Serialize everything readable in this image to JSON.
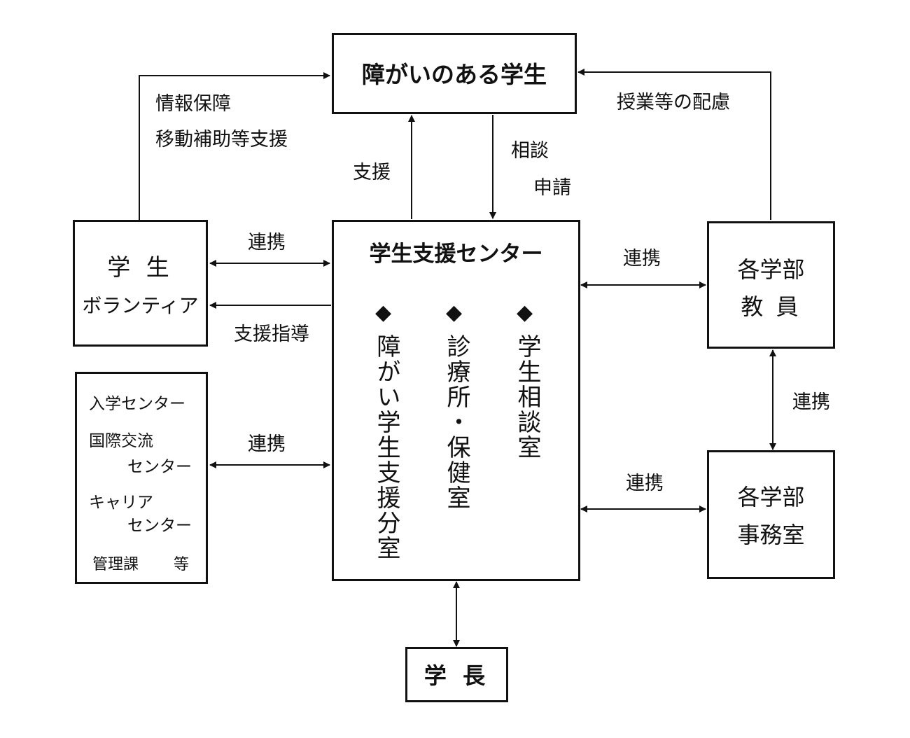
{
  "nodes": {
    "student": "障がいのある学生",
    "center": "学生支援センター",
    "volunteer_l1": "学 生",
    "volunteer_l2": "ボランティア",
    "faculty_l1": "各学部",
    "faculty_l2": "教 員",
    "office_l1": "各学部",
    "office_l2": "事務室",
    "president": "学 長"
  },
  "others_box": {
    "line1": "入学センター",
    "line2a": "国際交流",
    "line2b": "センター",
    "line3a": "キャリア",
    "line3b": "センター",
    "line4a": "管理課",
    "line4b": "等"
  },
  "center_units": {
    "bullet": "◆",
    "unit1": "障がい学生支援分室",
    "unit2": "診療所・保健室",
    "unit3": "学生相談室"
  },
  "labels": {
    "info_support": "情報保障",
    "mobility_support": "移動補助等支援",
    "class_consideration": "授業等の配慮",
    "support": "支援",
    "consult": "相談",
    "apply": "申請",
    "collab_volunteer": "連携",
    "support_guidance": "支援指導",
    "collab_others": "連携",
    "collab_faculty": "連携",
    "collab_faculty_office": "連携",
    "collab_office": "連携"
  }
}
